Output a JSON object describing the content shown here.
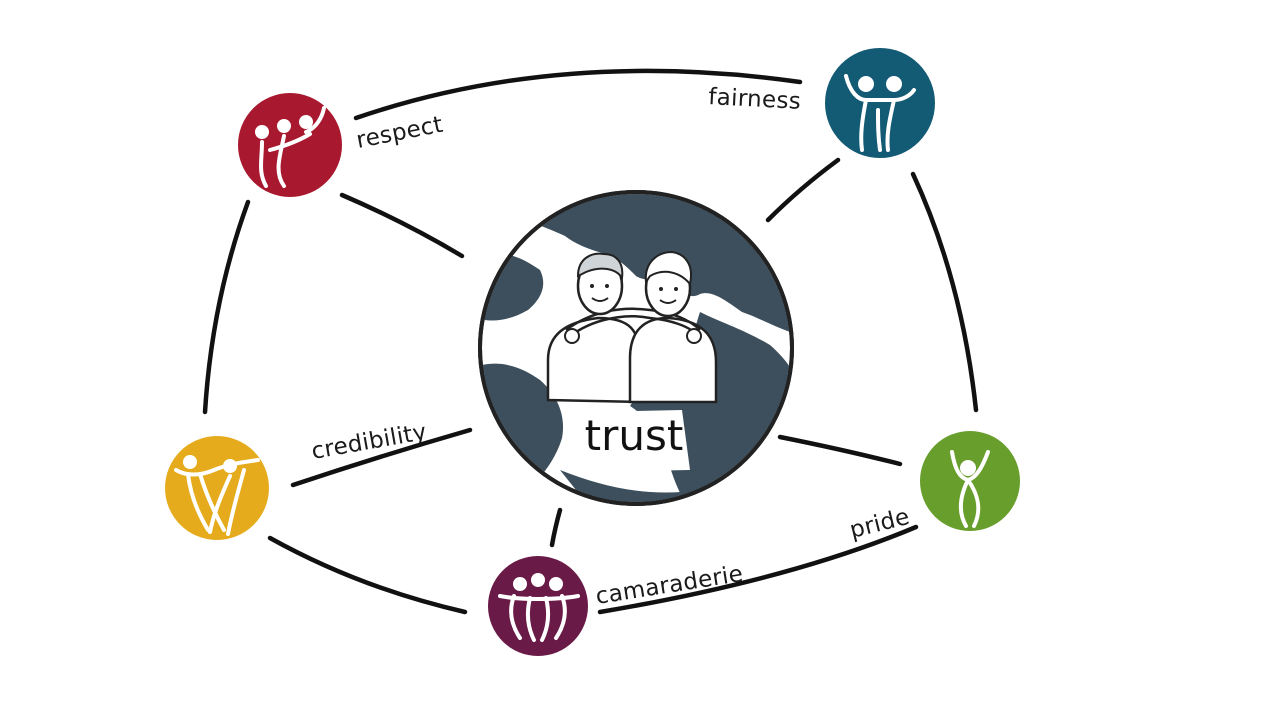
{
  "center": {
    "label": "trust",
    "globe_color": "#3d4f5c"
  },
  "values": {
    "respect": {
      "label": "respect",
      "color": "#a8182e"
    },
    "fairness": {
      "label": "fairness",
      "color": "#135a74"
    },
    "credibility": {
      "label": "credibility",
      "color": "#e6ab1c"
    },
    "camaraderie": {
      "label": "camaraderie",
      "color": "#6a1a47"
    },
    "pride": {
      "label": "pride",
      "color": "#689e2c"
    }
  }
}
